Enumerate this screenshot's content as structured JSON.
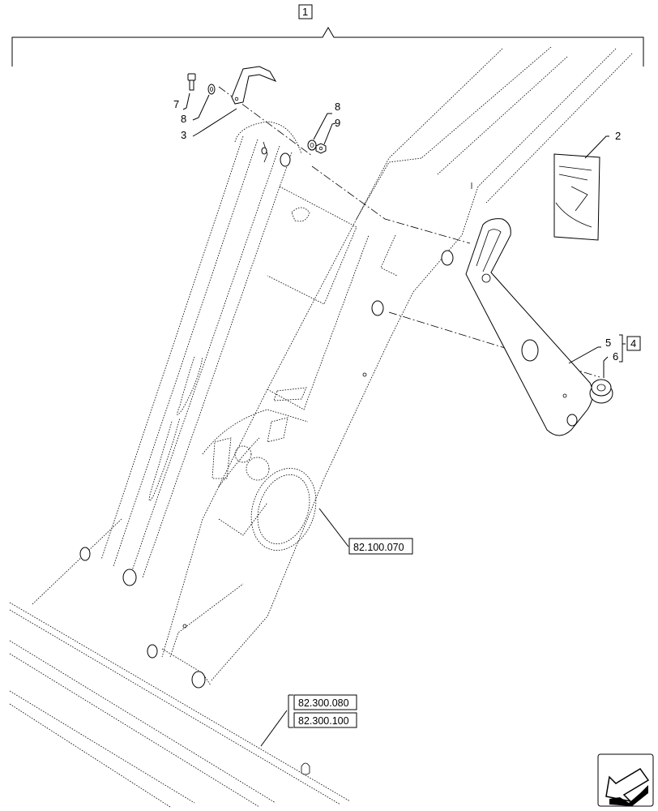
{
  "callouts": {
    "c1": "1",
    "c2": "2",
    "c3": "3",
    "c4": "4",
    "c5": "5",
    "c6": "6",
    "c7": "7",
    "c8a": "8",
    "c8b": "8",
    "c9": "9"
  },
  "references": {
    "r1": "82.100.070",
    "r2": "82.300.080",
    "r3": "82.300.100"
  },
  "nav_icon": "arrow-back-icon"
}
